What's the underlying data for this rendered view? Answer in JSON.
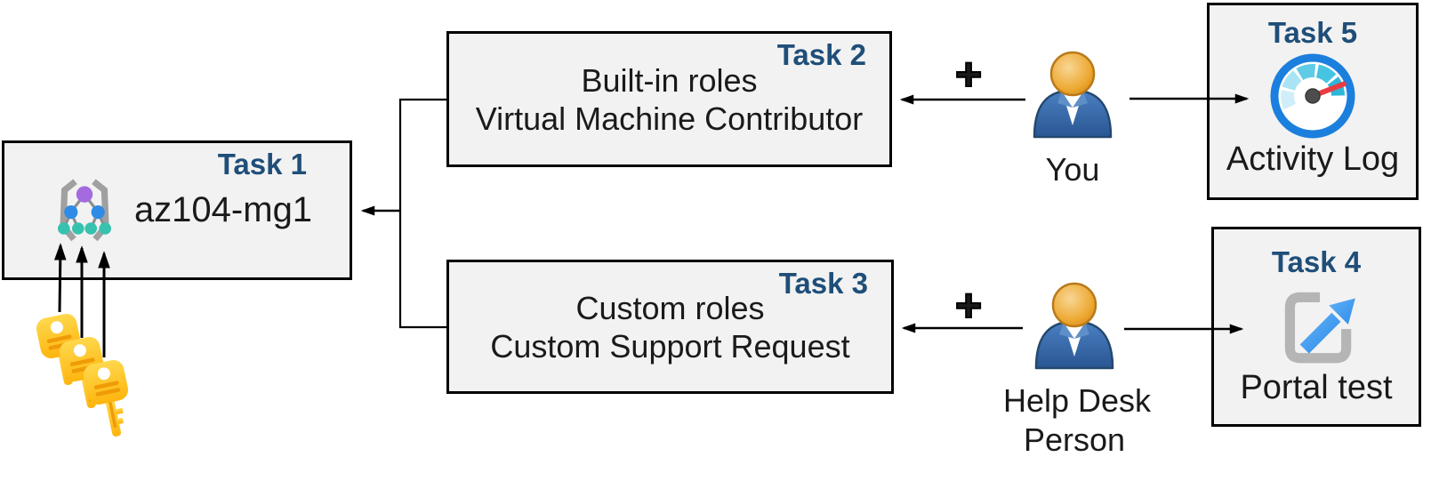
{
  "colors": {
    "accent": "#1f4e79",
    "box_fill": "#f2f2f2",
    "box_border": "#000000",
    "background": "#ffffff",
    "key_gold": "#fdb50d",
    "gauge_ring_blue": "#1b7fdd",
    "needle_red": "#e83c44",
    "portal_arrow_blue": "#44a0f4"
  },
  "task1": {
    "badge": "Task 1",
    "title": "az104-mg1",
    "icon": "management-group-icon"
  },
  "task2": {
    "badge": "Task 2",
    "line1": "Built-in roles",
    "line2": "Virtual Machine Contributor"
  },
  "task3": {
    "badge": "Task 3",
    "line1": "Custom roles",
    "line2": "Custom Support Request"
  },
  "task4": {
    "badge": "Task 4",
    "caption": "Portal test",
    "icon": "portal-external-link-icon"
  },
  "task5": {
    "badge": "Task 5",
    "caption": "Activity Log",
    "icon": "activity-log-gauge-icon"
  },
  "actors": {
    "you": {
      "name": "You",
      "icon": "person-icon"
    },
    "help_desk": {
      "name_line1": "Help Desk",
      "name_line2": "Person",
      "icon": "person-icon"
    }
  },
  "operators": {
    "plus": "+"
  },
  "icons": {
    "keys": "three-gold-keys-icon"
  }
}
